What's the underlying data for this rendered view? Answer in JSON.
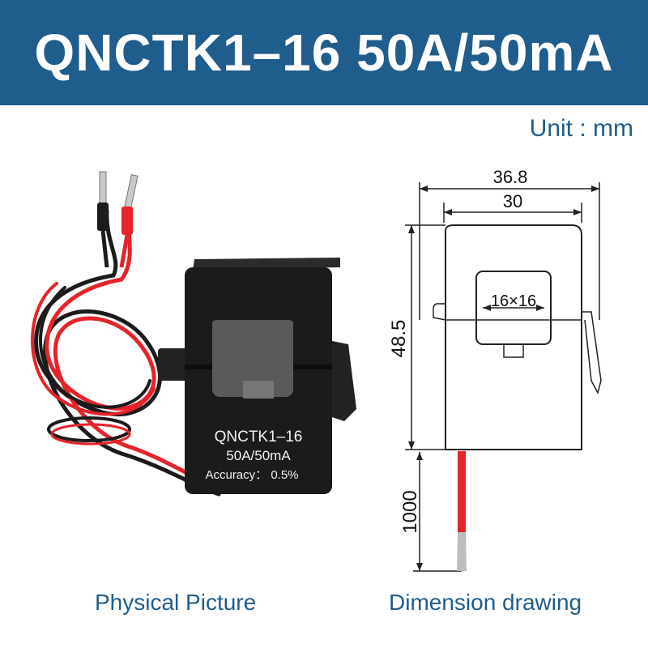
{
  "header": {
    "title": "QNCTK1–16 50A/50mA",
    "background": "#1f5d8c"
  },
  "unit": "Unit : mm",
  "product": {
    "model": "QNCTK1–16",
    "rating": "50A/50mA",
    "accuracy": "Accuracy： 0.5%",
    "caption": "Physical Picture"
  },
  "drawing": {
    "width_outer": "36.8",
    "width_inner": "30",
    "height": "48.5",
    "aperture": "16×16",
    "lead_length": "1000",
    "caption": "Dimension drawing"
  },
  "colors": {
    "accent": "#1f5d8c",
    "lead_red": "#e5232b",
    "body_black": "#1b1b1b"
  }
}
